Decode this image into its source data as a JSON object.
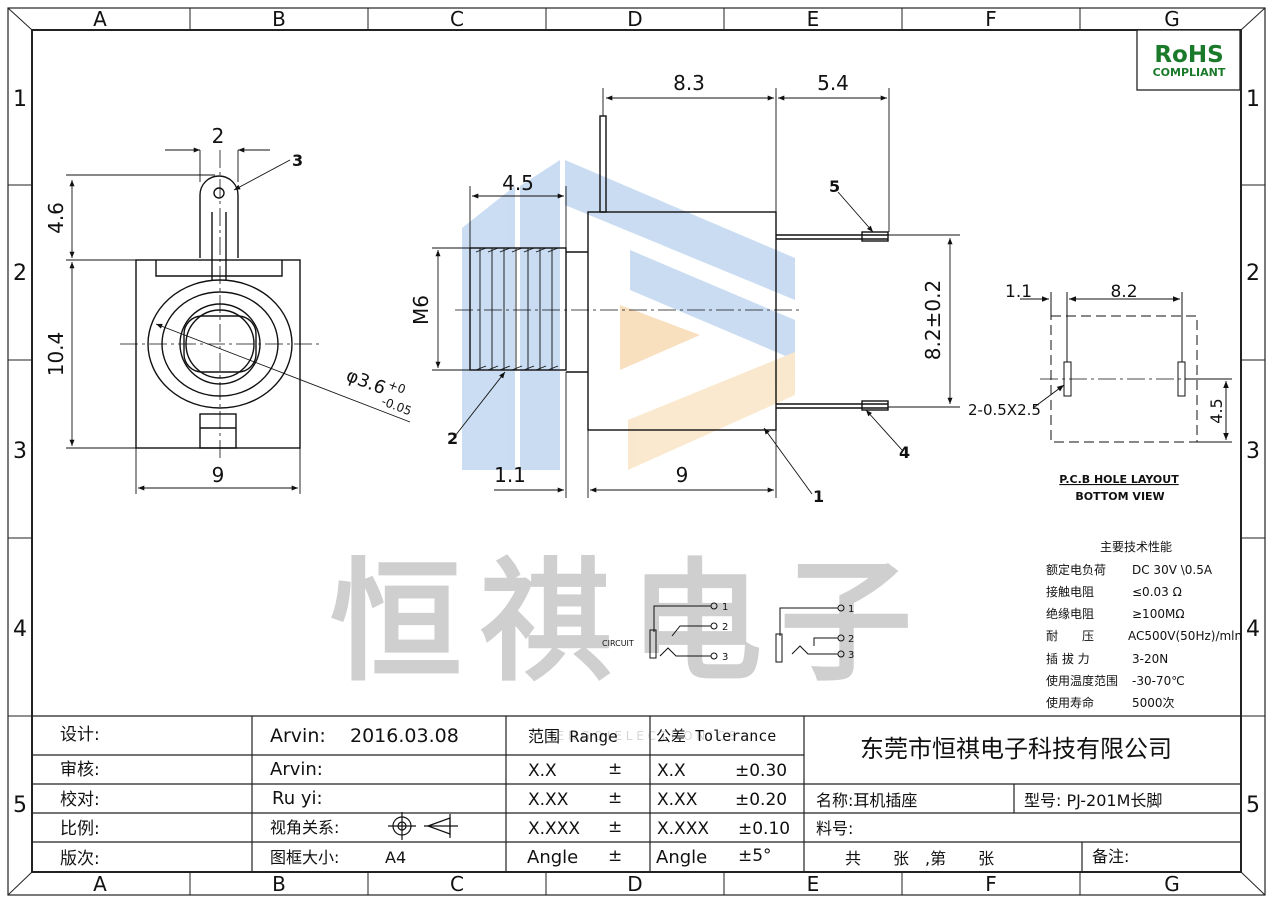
{
  "grid": {
    "cols": [
      "A",
      "B",
      "C",
      "D",
      "E",
      "F",
      "G"
    ],
    "rows": [
      "1",
      "2",
      "3",
      "4",
      "5"
    ]
  },
  "badge": {
    "line1": "RoHS",
    "line2": "COMPLIANT",
    "color": "#1a7a2a"
  },
  "watermark": {
    "text": "恒祺电子",
    "sub": "H E N G Q I   E L E C T R O N I C S",
    "color": "#c8c8c8"
  },
  "dims": {
    "left_width_top": "2",
    "left_h1": "4.6",
    "left_h2": "10.4",
    "left_width_bottom": "9",
    "hole": "φ3.6",
    "hole_tol_plus": "+0",
    "hole_tol_minus": "-0.05",
    "c_top1": "8.3",
    "c_top2": "5.4",
    "c_thread_len": "4.5",
    "c_thread": "M6",
    "c_pin_spacing": "8.2±0.2",
    "c_b1": "1.1",
    "c_b2": "9",
    "r_1": "1.1",
    "r_2": "8.2",
    "r_3": "4.5",
    "r_holes": "2-0.5X2.5"
  },
  "callouts": [
    "1",
    "2",
    "3",
    "4",
    "5"
  ],
  "pcb": {
    "line1": "P.C.B HOLE LAYOUT",
    "line2": "BOTTOM VIEW"
  },
  "specs": {
    "title": "主要技术性能",
    "rows": [
      {
        "k": "额定电负荷",
        "v": "DC 30V \\0.5A"
      },
      {
        "k": "接触电阻",
        "v": "≤0.03 Ω"
      },
      {
        "k": "绝缘电阻",
        "v": "≥100MΩ"
      },
      {
        "k": "耐　　压",
        "v": "AC500V(50Hz)/mln"
      },
      {
        "k": "插 拔 力",
        "v": "3-20N"
      },
      {
        "k": "使用温度范围",
        "v": "-30-70℃"
      },
      {
        "k": "使用寿命",
        "v": "5000次"
      }
    ]
  },
  "circuit": {
    "label": "CIRCUIT",
    "pins": [
      "1",
      "2",
      "3"
    ]
  },
  "titleblock": {
    "labels": [
      "设计:",
      "审核:",
      "校对:",
      "比例:",
      "版次:"
    ],
    "design": {
      "name": "Arvin:",
      "date": "2016.03.08"
    },
    "review": "Arvin:",
    "check": "Ru yi:",
    "view_label": "视角关系:",
    "frame_label": "图框大小:",
    "frame_value": "A4",
    "range_header": "范围 Range",
    "tol_header": "公差 Tolerance",
    "range_rows": [
      {
        "r": "X.X",
        "s": "±",
        "t": "X.X",
        "v": "±0.30"
      },
      {
        "r": "X.XX",
        "s": "±",
        "t": "X.XX",
        "v": "±0.20"
      },
      {
        "r": "X.XXX",
        "s": "±",
        "t": "X.XXX",
        "v": "±0.10"
      },
      {
        "r": "Angle",
        "s": "±",
        "t": "Angle",
        "v": "±5°"
      }
    ],
    "company": "东莞市恒祺电子科技有限公司",
    "name": "名称:耳机插座",
    "model": "型号: PJ-201M长脚",
    "material": "料号:",
    "sheets": "共　　张　,第　　张",
    "notes": "备注:"
  }
}
